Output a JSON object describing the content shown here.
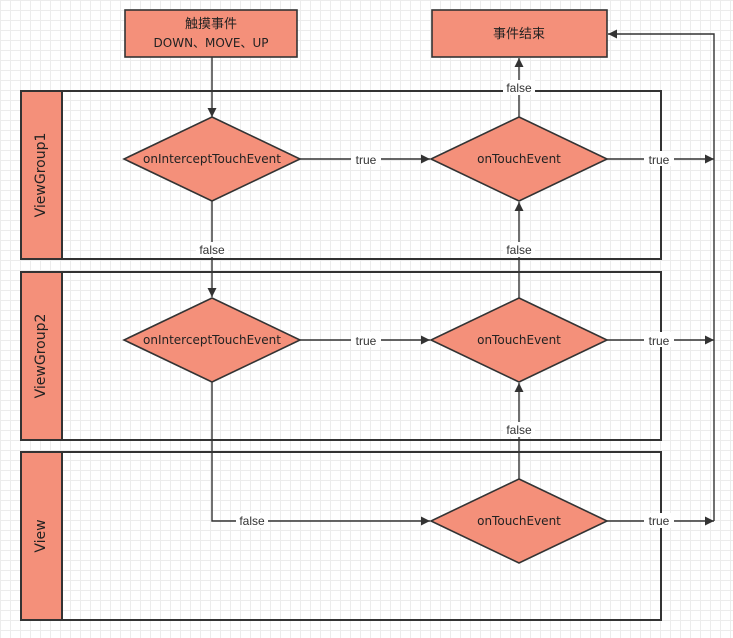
{
  "start_node": {
    "line1": "触摸事件",
    "line2": "DOWN、MOVE、UP"
  },
  "end_node": {
    "label": "事件结束"
  },
  "lanes": [
    {
      "title": "ViewGroup1"
    },
    {
      "title": "ViewGroup2"
    },
    {
      "title": "View"
    }
  ],
  "nodes": {
    "vg1_intercept": "onInterceptTouchEvent",
    "vg1_touch": "onTouchEvent",
    "vg2_intercept": "onInterceptTouchEvent",
    "vg2_touch": "onTouchEvent",
    "view_touch": "onTouchEvent"
  },
  "edges": {
    "vg1_intercept_true": "true",
    "vg1_intercept_false": "false",
    "vg1_touch_true": "true",
    "vg1_touch_false": "false",
    "vg2_intercept_true": "true",
    "vg2_intercept_false": "false",
    "vg2_touch_true": "true",
    "vg2_touch_false": "false",
    "view_touch_true": "true",
    "view_touch_false": "false"
  },
  "colors": {
    "node_fill": "#f4907a",
    "stroke": "#333333",
    "grid": "#ececec"
  }
}
